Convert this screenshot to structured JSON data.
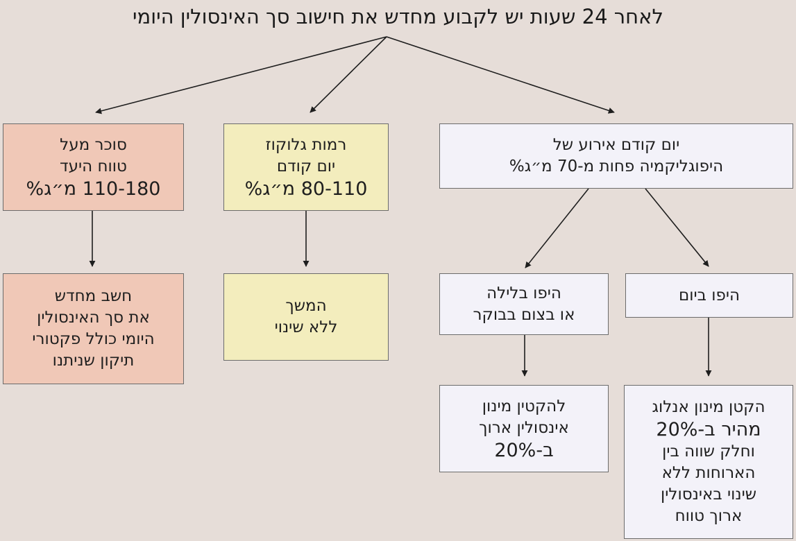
{
  "title": "לאחר 24 שעות יש לקבוע מחדש את חישוב סך האינסולין היומי",
  "colors": {
    "background": "#e6ddd8",
    "salmon_box": "#f0c8b7",
    "yellow_box": "#f3edbd",
    "lavender_box": "#f3f2f9",
    "border": "#6b6b6b",
    "arrow": "#1e1e1e"
  },
  "boxes": {
    "high_sugar": {
      "lines": [
        "סוכר מעל",
        "טווח היעד",
        "110-180 מ״ג%"
      ]
    },
    "glucose_prev_day": {
      "lines": [
        "רמות גלוקוז",
        "יום קודם",
        "80-110 מ״ג%"
      ]
    },
    "hypo_prev_day": {
      "lines": [
        "יום קודם אירוע של",
        "היפוגליקמיה פחות מ-70 מ״ג%"
      ]
    },
    "recalculate": {
      "lines": [
        "חשב מחדש",
        "את סך האינסולין",
        "היומי כולל פקטורי",
        "תיקון שניתנו"
      ]
    },
    "continue": {
      "lines": [
        "המשך",
        "ללא שינוי"
      ]
    },
    "hypo_night": {
      "lines": [
        "היפו בלילה",
        "או בצום בבוקר"
      ]
    },
    "hypo_day": {
      "lines": [
        "היפו ביום"
      ]
    },
    "reduce_long": {
      "lines": [
        "להקטין מינון",
        "אינסולין ארוך",
        "ב-20%"
      ]
    },
    "reduce_fast": {
      "lines": [
        "הקטן מינון אנלוג",
        "מהיר ב-20%",
        "וחלק שווה בין",
        "הארוחות ללא",
        "שינוי באינסולין",
        "ארוך טווח"
      ]
    }
  }
}
